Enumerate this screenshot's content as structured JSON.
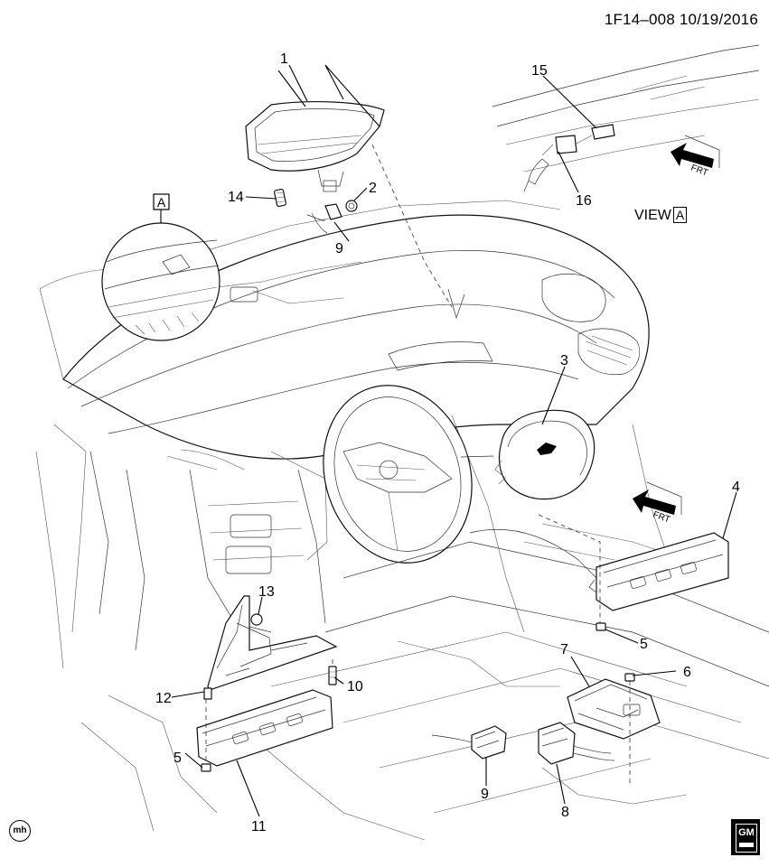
{
  "header": {
    "code": "1F14–008 10/19/2016"
  },
  "view": {
    "label": "VIEW",
    "ref": "A"
  },
  "detail_ref": "A",
  "frt": "FRT",
  "callouts": {
    "c1": "1",
    "c2": "2",
    "c3": "3",
    "c4": "4",
    "c5a": "5",
    "c5b": "5",
    "c6": "6",
    "c7": "7",
    "c8": "8",
    "c9a": "9",
    "c9b": "9",
    "c10": "10",
    "c11": "11",
    "c12": "12",
    "c13": "13",
    "c14": "14",
    "c15": "15",
    "c16": "16"
  },
  "marks": {
    "mh": "mh",
    "gm": "GM"
  },
  "icons": [
    "front-arrow-icon",
    "mh-logo-icon",
    "gm-logo-icon"
  ]
}
